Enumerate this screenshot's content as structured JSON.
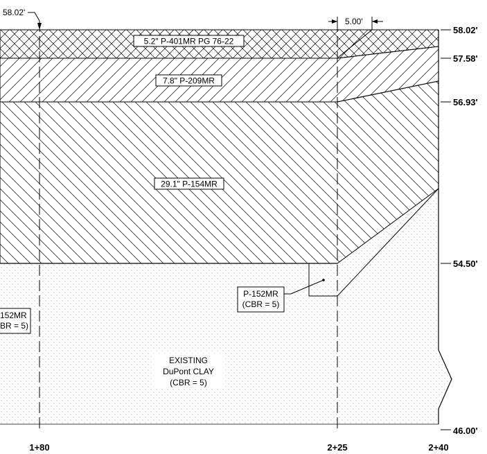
{
  "elevations": {
    "e1": "58.02'",
    "e2": "57.58'",
    "e3": "56.93'",
    "e4": "54.50'",
    "e5": "46.00'"
  },
  "top_callout": "58.02'",
  "dimension": "5.00'",
  "stations": {
    "s1": "1+80",
    "s2": "2+25",
    "s3": "2+40"
  },
  "layers": {
    "surface": "5.2\" P-401MR PG 76-22",
    "base": "7.8\" P-209MR",
    "subbase": "29.1\" P-154MR"
  },
  "p152_right": {
    "line1": "P-152MR",
    "line2": "(CBR = 5)"
  },
  "p152_left": {
    "line1": "152MR",
    "line2": "BR = 5)"
  },
  "existing": {
    "line1": "EXISTING",
    "line2": "DuPont CLAY",
    "line3": "(CBR = 5)"
  }
}
